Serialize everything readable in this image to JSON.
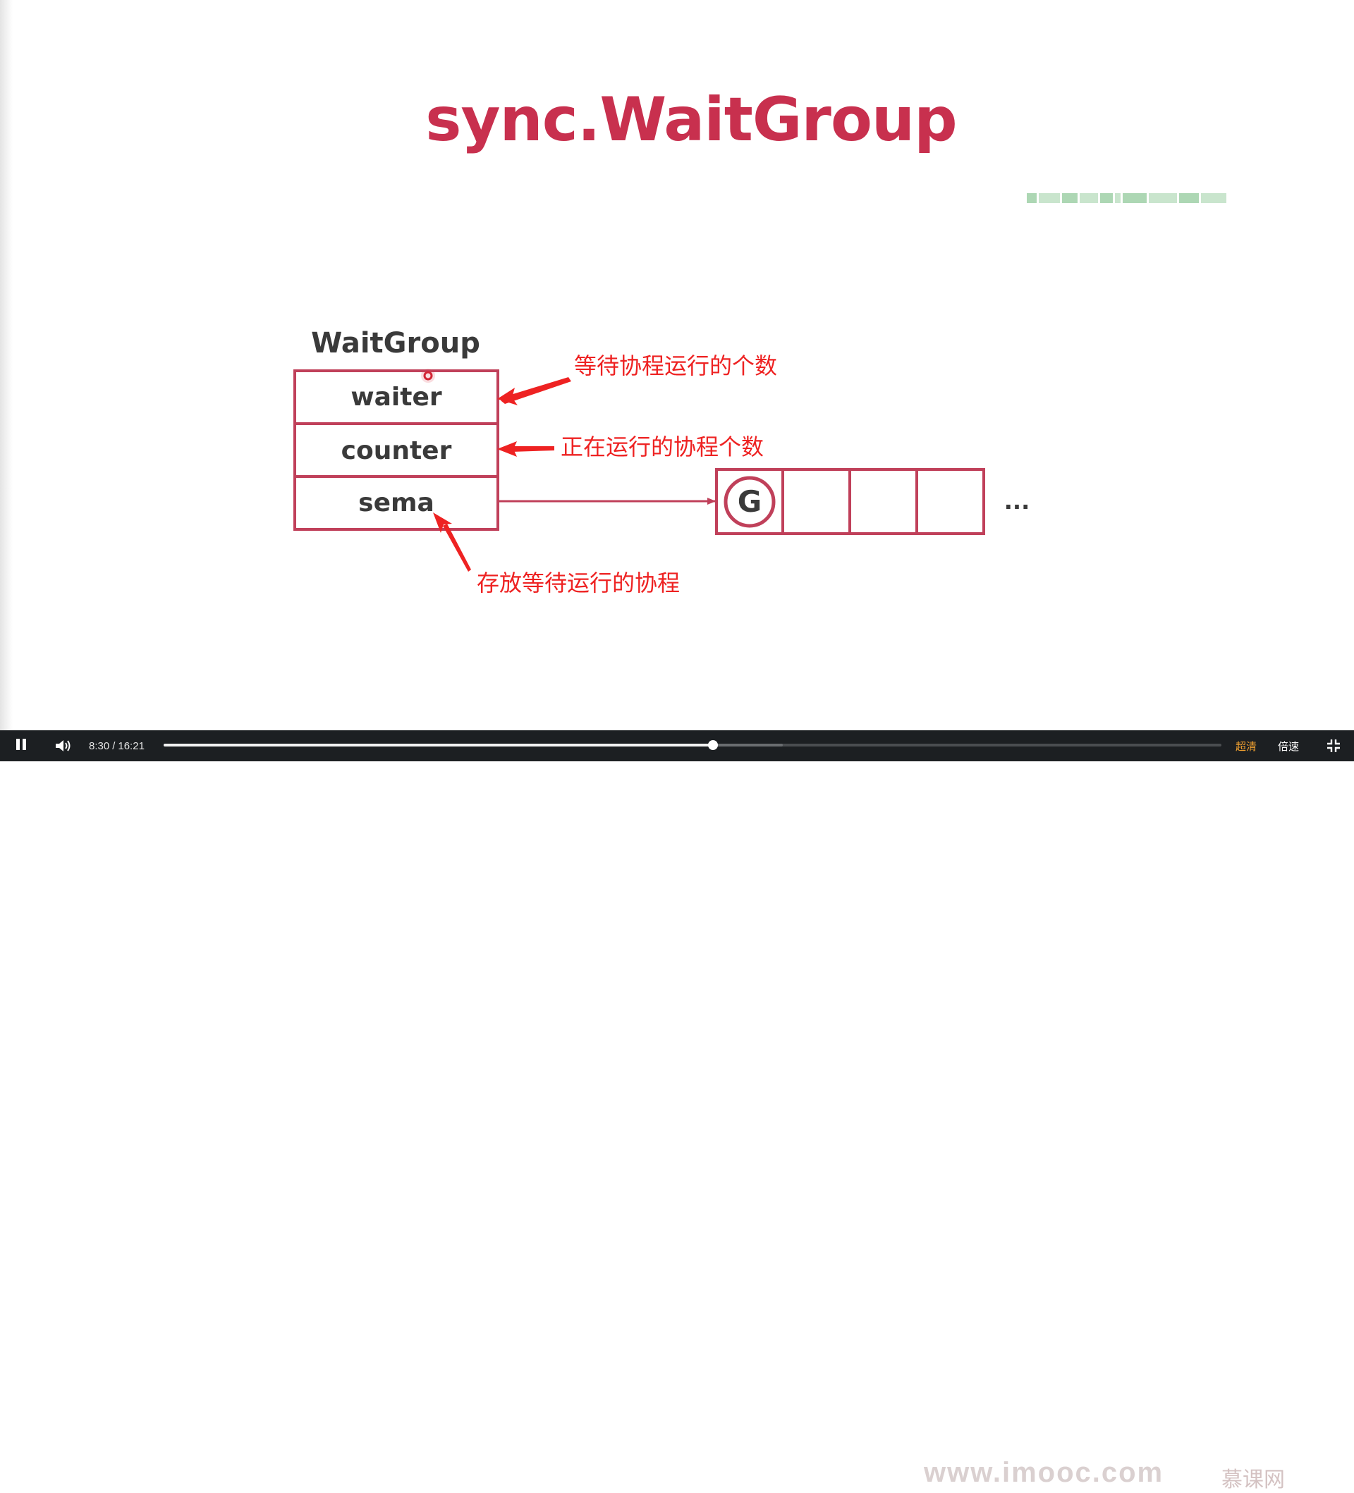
{
  "slide": {
    "title": "sync.WaitGroup",
    "struct_title": "WaitGroup",
    "fields": [
      "waiter",
      "counter",
      "sema"
    ],
    "queue_item": "G",
    "ellipsis": "...",
    "annotations": {
      "waiter": "等待协程运行的个数",
      "counter": "正在运行的协程个数",
      "sema": "存放等待运行的协程"
    },
    "colors": {
      "title": "#c8304e",
      "box": "#c0405a",
      "annotation": "#ee2222",
      "text": "#3a3a3a"
    }
  },
  "player": {
    "current_time": "8:30",
    "separator": "/",
    "duration": "16:21",
    "progress": 0.519,
    "buffered": 0.585,
    "quality_label": "超清",
    "speed_label": "倍速",
    "site_watermark": "www.imooc.com",
    "brand_watermark": "慕课网",
    "icons": [
      "pause-icon",
      "volume-icon",
      "fullscreen-exit-icon"
    ]
  }
}
